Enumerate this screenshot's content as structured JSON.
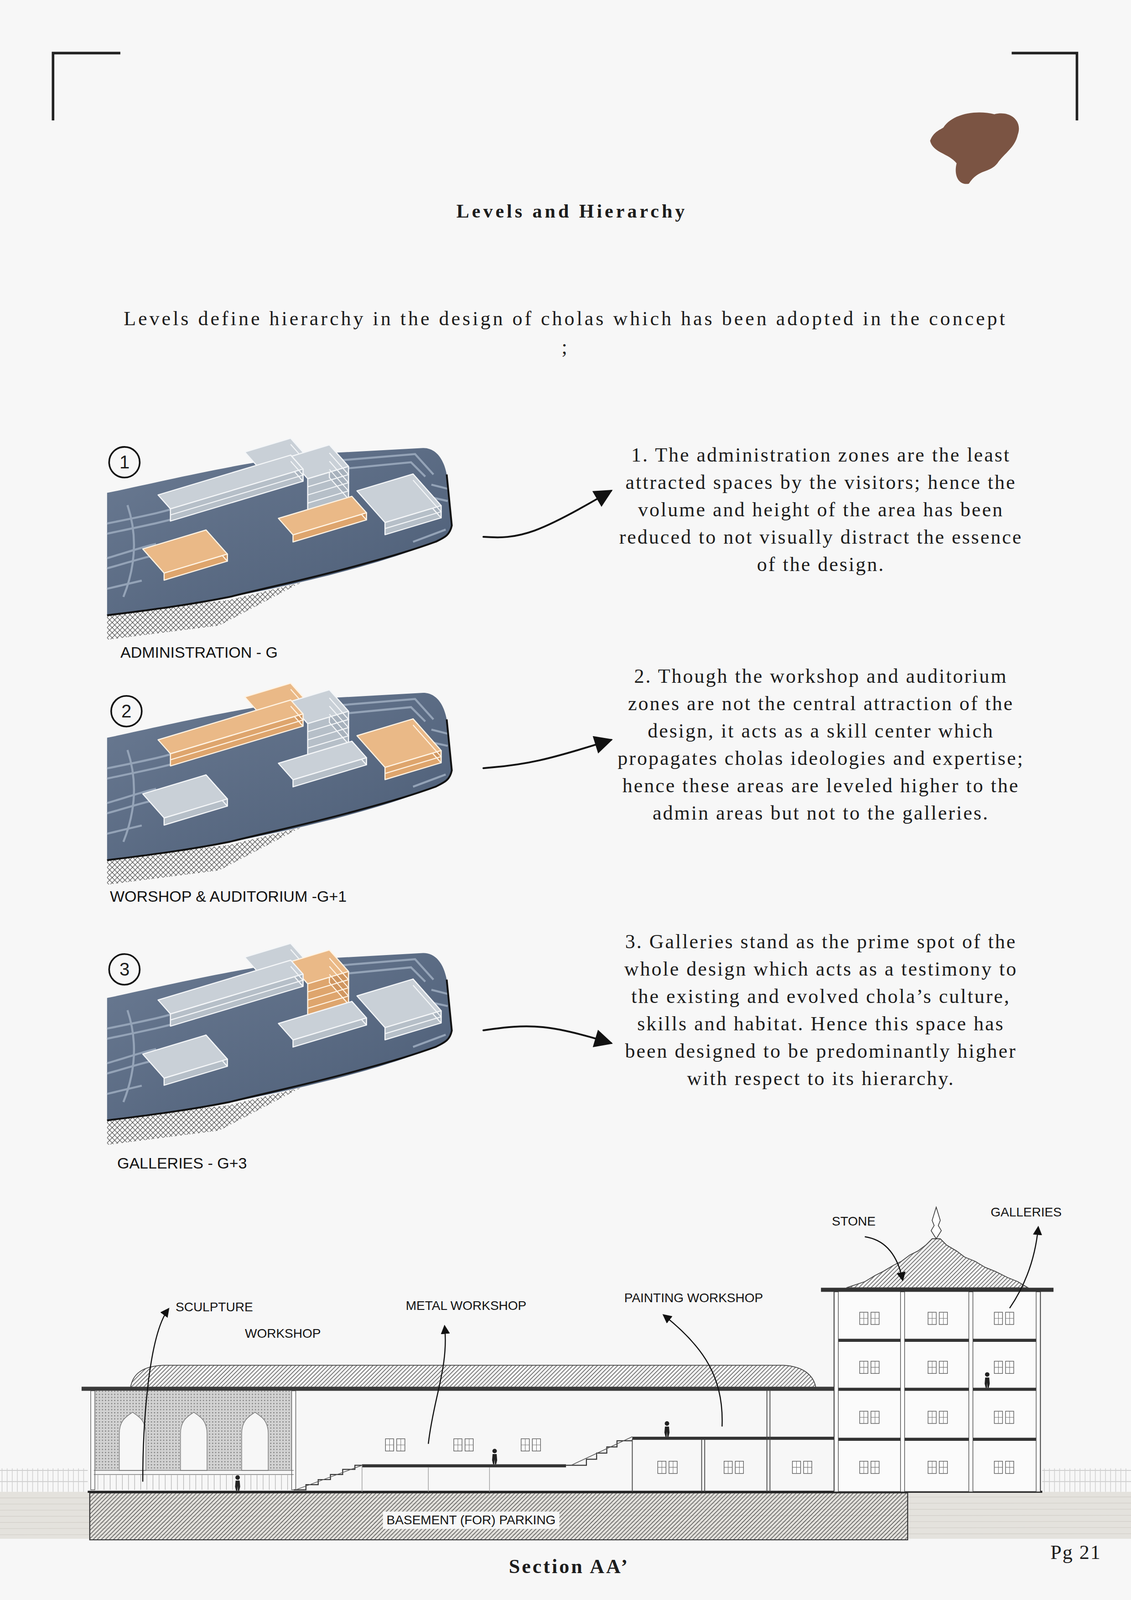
{
  "diagram": {
    "title": "Levels and Hierarchy",
    "caption": "Section AA’",
    "nodes": [
      {
        "text": [
          "ADMINISTRATION - G"
        ]
      },
      {
        "text": [
          "1. The administration zones are the least attracted spaces by the visitors; hence the volume and height of the area has been reduced to not visually distract the essence of the design."
        ]
      },
      {
        "text": [
          "WORSHOP & AUDITORIUM -G+1"
        ]
      },
      {
        "text": [
          "2. Though the workshop and auditorium zones are not the central attraction of the design, it acts as a skill center which propagates cholas ideologies and expertise; hence these areas are leveled higher to the admin areas but not to the galleries."
        ]
      },
      {
        "text": [
          "GALLERIES - G+3"
        ]
      },
      {
        "text": [
          "3. Galleries stand as the prime spot of the whole design which acts as a testimony to the existing and evolved chola’s culture, skills and habitat. Hence this space has been designed to be predominantly higher with respect to its hierarchy."
        ]
      }
    ],
    "edges": [
      {
        "from": 0,
        "to": 1,
        "arrow": "to"
      },
      {
        "from": 2,
        "to": 3,
        "arrow": "to"
      },
      {
        "from": 4,
        "to": 5,
        "arrow": "to"
      }
    ],
    "labels": [
      "Levels define hierarchy in the design of cholas which has been adopted in the concept ;",
      "1",
      "2",
      "3",
      "SCULPTURE WORKSHOP",
      "METAL WORKSHOP",
      "PAINTING WORKSHOP",
      "STONE",
      "GALLERIES",
      "BASEMENT (FOR) PARKING",
      "Pg 21"
    ]
  }
}
